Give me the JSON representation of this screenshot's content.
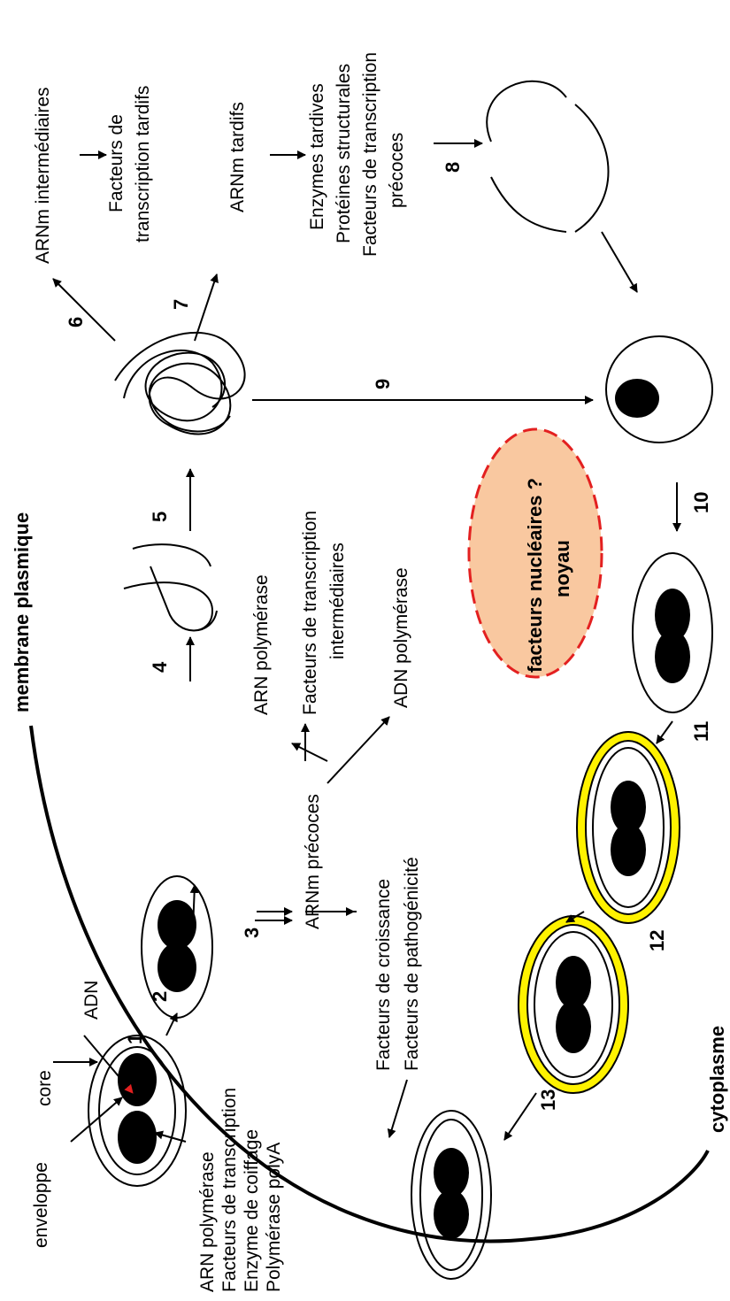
{
  "labels": {
    "enveloppe": "enveloppe",
    "core": "core",
    "adn": "ADN",
    "core_enzymes": [
      "ARN polymérase",
      "Facteurs de transcription",
      "Enzyme de coiffage",
      "Polymérase polyA"
    ],
    "membrane": "membrane plasmique",
    "cytoplasme": "cytoplasme",
    "arnm_precoces": "ARNm précoces",
    "arn_polymerase": "ARN polymérase",
    "ft_intermediaires": [
      "Facteurs de transcription",
      "intermédiaires"
    ],
    "adn_polymerase": "ADN polymérase",
    "croissance": [
      "Facteurs de croissance",
      "Facteurs de pathogénicité"
    ],
    "arnm_intermediaires": "ARNm intermédiaires",
    "ft_tardifs": [
      "Facteurs de",
      "transcription tardifs"
    ],
    "arnm_tardifs": "ARNm tardifs",
    "late_products": [
      "Enzymes tardives",
      "Protéines structurales",
      "Facteurs de transcription",
      "précoces"
    ],
    "facteurs_nucleaires": "facteurs nucléaires ?",
    "noyau": "noyau"
  },
  "steps": [
    "1",
    "2",
    "3",
    "4",
    "5",
    "6",
    "7",
    "8",
    "9",
    "10",
    "11",
    "12",
    "13"
  ],
  "colors": {
    "nucleus_fill": "#f9c8a0",
    "nucleus_border": "#e32020",
    "noyau_text": "#e32020",
    "adn_arrow": "#e32020",
    "envelope_yellow": "#fff200"
  }
}
